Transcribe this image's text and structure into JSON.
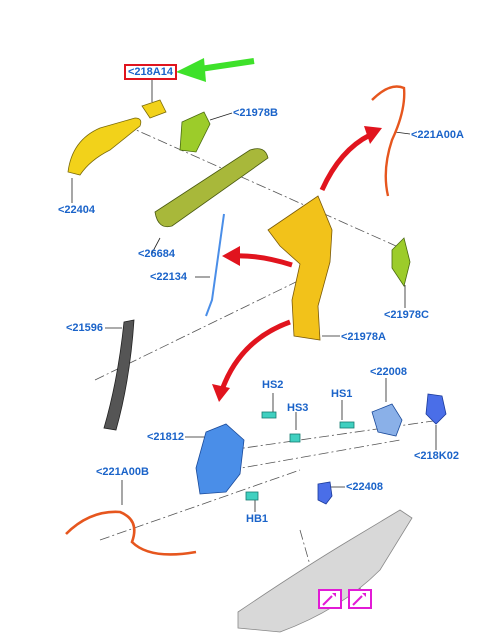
{
  "colors": {
    "label": "#1a63c9",
    "highlight_box": "#e0141e",
    "pointer_arrow": "#3ee12a",
    "direction_arrow": "#e1141e",
    "icon_box": "#e21bd6",
    "part_yellow": "#f2d21a",
    "part_green": "#9ccc2a",
    "part_orange": "#e6561e",
    "part_blue": "#4a8ee8",
    "part_gray": "#d8d8d8"
  },
  "labels": {
    "l218A14": "<218A14",
    "l21978B": "<21978B",
    "l221A00A": "<221A00A",
    "l22404": "<22404",
    "l26684": "<26684",
    "l22134": "<22134",
    "l21978C": "<21978C",
    "l21596": "<21596",
    "l21978A": "<21978A",
    "lHS2": "HS2",
    "lHS3": "HS3",
    "lHS1": "HS1",
    "l22008": "<22008",
    "l21812": "<21812",
    "l218K02": "<218K02",
    "l221A00B": "<221A00B",
    "l22408": "<22408",
    "lHB1": "HB1"
  },
  "icons": [
    "tool-icon",
    "tool-icon"
  ]
}
